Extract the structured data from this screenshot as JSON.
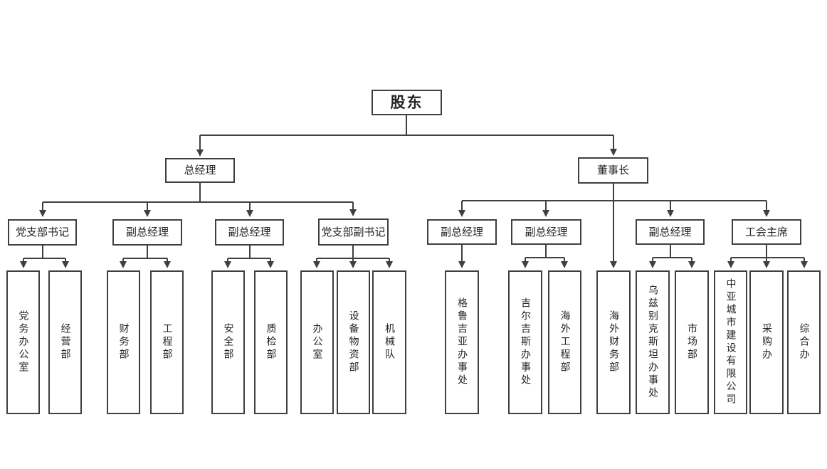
{
  "colors": {
    "line": "#3f3f3f",
    "box_border": "#3f3f3f",
    "text": "#242424",
    "background": "#ffffff"
  },
  "nodes": {
    "shareholders": "股东",
    "general_manager": "总经理",
    "chairman": "董事长",
    "party_branch_secretary": "党支部书记",
    "deputy_gm_1": "副总经理",
    "deputy_gm_2": "副总经理",
    "deputy_party_branch_secretary": "党支部副书记",
    "deputy_gm_3": "副总经理",
    "deputy_gm_4": "副总经理",
    "deputy_gm_5": "副总经理",
    "union_chairman": "工会主席",
    "party_affairs_office": "党务办公室",
    "business_dept": "经营部",
    "finance_dept": "财务部",
    "engineering_dept": "工程部",
    "safety_dept": "安全部",
    "quality_dept": "质检部",
    "office": "办公室",
    "equipment_materials_dept": "设备物资部",
    "machinery_team": "机械队",
    "georgia_office": "格鲁吉亚办事处",
    "kyrgyzstan_office": "吉尔吉斯办事处",
    "overseas_engineering_dept": "海外工程部",
    "overseas_finance_dept": "海外财务部",
    "uzbekistan_office": "乌兹别克斯坦办事处",
    "market_dept": "市场部",
    "central_asia_company": "中亚城市建设有限公司",
    "procurement_office": "采购办",
    "general_office": "综合办"
  },
  "hierarchy": [
    {
      "parent": "shareholders",
      "children": [
        "general_manager",
        "chairman"
      ]
    },
    {
      "parent": "general_manager",
      "children": [
        "party_branch_secretary",
        "deputy_gm_1",
        "deputy_gm_2",
        "deputy_party_branch_secretary"
      ]
    },
    {
      "parent": "party_branch_secretary",
      "children": [
        "party_affairs_office",
        "business_dept"
      ]
    },
    {
      "parent": "deputy_gm_1",
      "children": [
        "finance_dept",
        "engineering_dept"
      ]
    },
    {
      "parent": "deputy_gm_2",
      "children": [
        "safety_dept",
        "quality_dept"
      ]
    },
    {
      "parent": "deputy_party_branch_secretary",
      "children": [
        "office",
        "equipment_materials_dept",
        "machinery_team"
      ]
    },
    {
      "parent": "chairman",
      "children": [
        "deputy_gm_3",
        "deputy_gm_4",
        "overseas_finance_dept",
        "deputy_gm_5",
        "union_chairman"
      ]
    },
    {
      "parent": "deputy_gm_3",
      "children": [
        "georgia_office"
      ]
    },
    {
      "parent": "deputy_gm_4",
      "children": [
        "kyrgyzstan_office",
        "overseas_engineering_dept"
      ]
    },
    {
      "parent": "deputy_gm_5",
      "children": [
        "uzbekistan_office",
        "market_dept"
      ]
    },
    {
      "parent": "union_chairman",
      "children": [
        "central_asia_company",
        "procurement_office",
        "general_office"
      ]
    }
  ]
}
